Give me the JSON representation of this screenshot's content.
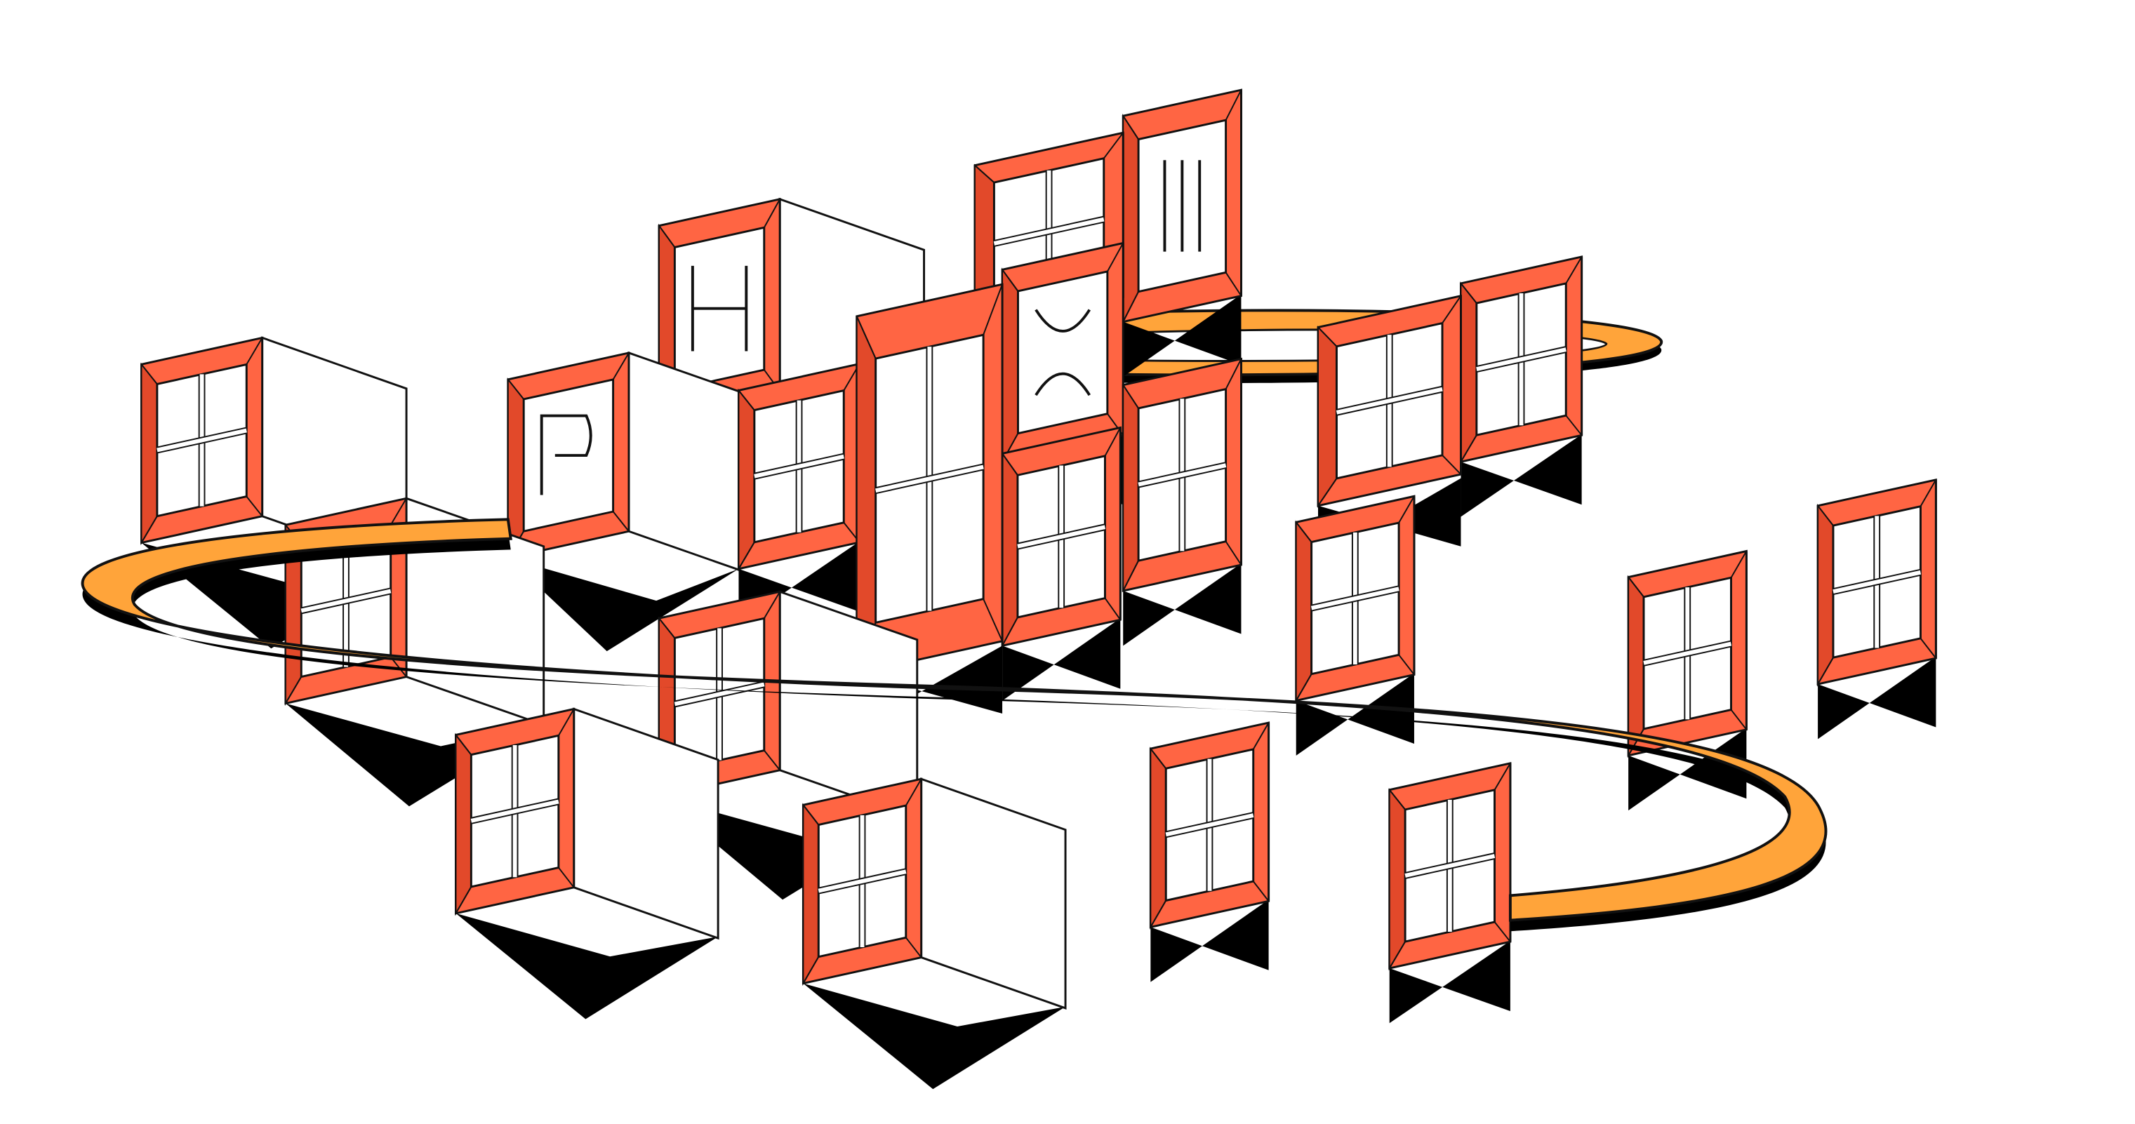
{
  "illustration": {
    "subject": "isometric-floating-window-cubes",
    "ring": "orange-orbit-ring",
    "glyphs": [
      "letter-p-panel",
      "letter-h-panel",
      "letter-x-panel"
    ]
  },
  "colors": {
    "background": "#ffffff",
    "frame": "#ff6543",
    "frame_dark": "#e2492a",
    "ring": "#ffa43a",
    "ring_edge": "#d9801a",
    "shadow": "#000000",
    "face": "#ffffff",
    "line": "#111111"
  }
}
